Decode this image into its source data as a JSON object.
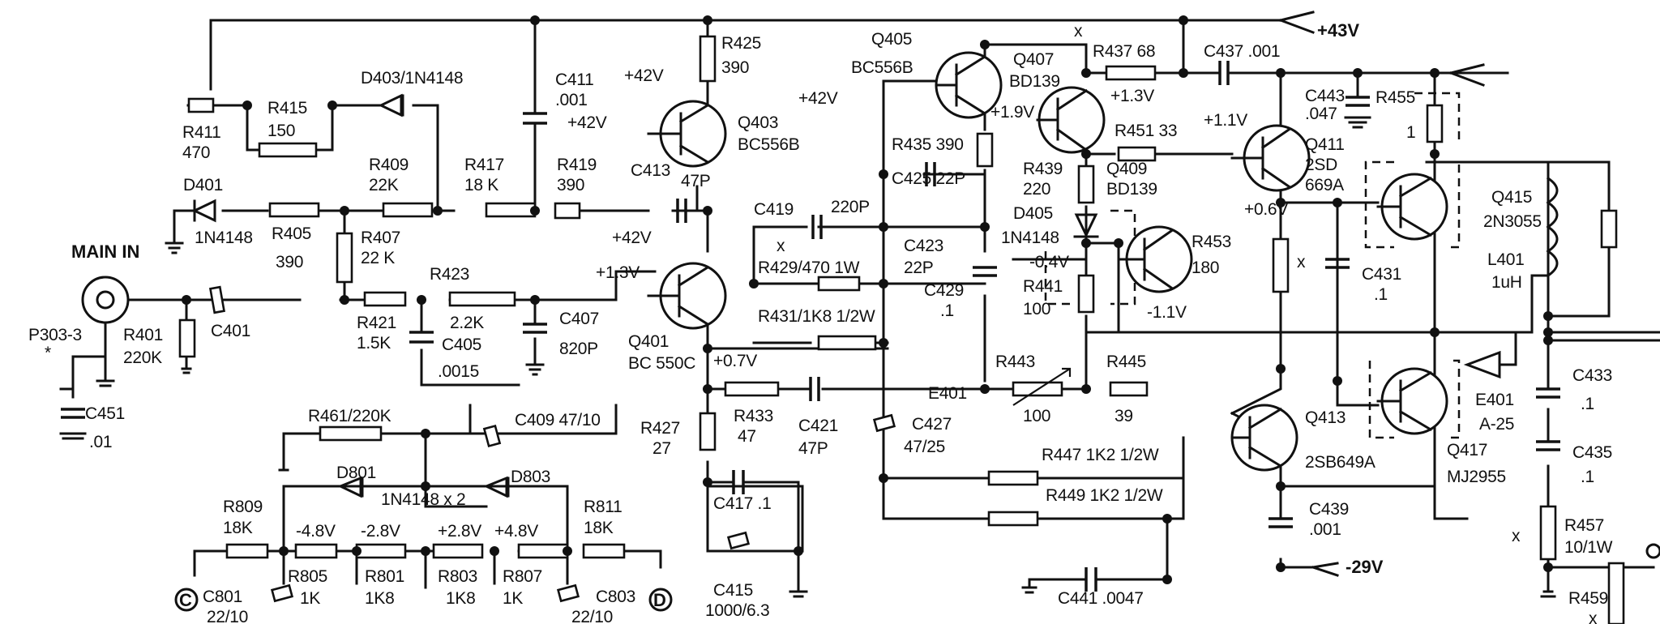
{
  "rails": {
    "pos": "+43V",
    "neg": "-29V"
  },
  "input": {
    "title": "MAIN IN",
    "connector": "P303-3",
    "connector_mark": "*"
  },
  "resistors": {
    "r411": [
      "R411",
      "470"
    ],
    "r415": [
      "R415",
      "150"
    ],
    "r409": [
      "R409",
      "22K"
    ],
    "r417": [
      "R417",
      "18 K"
    ],
    "r419": [
      "R419",
      "390"
    ],
    "r405": [
      "R405",
      "390"
    ],
    "r407": [
      "R407",
      "22 K"
    ],
    "r421": [
      "R421",
      "1.5K"
    ],
    "r423": [
      "R423",
      "2.2K"
    ],
    "r401": [
      "R401",
      "220K"
    ],
    "r425": [
      "R425",
      "390"
    ],
    "r435": "R435 390",
    "r437": "R437 68",
    "r451": "R451 33",
    "r439": [
      "R439",
      "220"
    ],
    "r441": [
      "R441",
      "100"
    ],
    "r453": [
      "R453",
      "180"
    ],
    "r455": [
      "R455",
      "1"
    ],
    "r429": "R429/470 1W",
    "r431": "R431/1K8 1/2W",
    "r433": [
      "R433",
      "47"
    ],
    "r427": [
      "R427",
      "27"
    ],
    "r443": [
      "R443",
      "100"
    ],
    "r445": [
      "R445",
      "39"
    ],
    "r447": "R447 1K2 1/2W",
    "r449": "R449 1K2 1/2W",
    "r457": [
      "R457",
      "10/1W"
    ],
    "r459": "R459",
    "r461": "R461/220K",
    "r809": [
      "R809",
      "18K"
    ],
    "r805": [
      "R805",
      "1K"
    ],
    "r801": [
      "R801",
      "1K8"
    ],
    "r803": [
      "R803",
      "1K8"
    ],
    "r807": [
      "R807",
      "1K"
    ],
    "r811": [
      "R811",
      "18K"
    ]
  },
  "capacitors": {
    "c411": [
      "C411",
      ".001"
    ],
    "c413": "C413",
    "c413v": "47P",
    "c401": "C401",
    "c407": [
      "C407",
      "820P"
    ],
    "c405": [
      "C405",
      ".0015"
    ],
    "c451": [
      "C451",
      ".01"
    ],
    "c419": "C419",
    "c419v": "220P",
    "c425": "C425 22P",
    "c423": [
      "C423",
      "22P"
    ],
    "c429": [
      "C429",
      ".1"
    ],
    "c421": [
      "C421",
      "47P"
    ],
    "c427": [
      "C427",
      "47/25"
    ],
    "c437": "C437 .001",
    "c443": [
      "C443",
      ".047"
    ],
    "c431": [
      "C431",
      ".1"
    ],
    "c433": [
      "C433",
      ".1"
    ],
    "c435": [
      "C435",
      ".1"
    ],
    "c439": [
      "C439",
      ".001"
    ],
    "c441": "C441 .0047",
    "c417": "C417 .1",
    "c415": [
      "C415",
      "1000/6.3"
    ],
    "c409": "C409 47/10",
    "c801": [
      "C801",
      "22/10"
    ],
    "c803": [
      "C803",
      "22/10"
    ]
  },
  "semis": {
    "d401": [
      "D401",
      "1N4148"
    ],
    "d403": "D403/1N4148",
    "d405": [
      "D405",
      "1N4148"
    ],
    "d801": "D801",
    "d803": "D803",
    "d8xx": "1N4148 x 2",
    "q401": [
      "Q401",
      "BC 550C"
    ],
    "q403": [
      "Q403",
      "BC556B"
    ],
    "q405": [
      "Q405",
      "BC556B"
    ],
    "q407": [
      "Q407",
      "BD139"
    ],
    "q409": [
      "Q409",
      "BD139"
    ],
    "q411": [
      "Q411",
      "2SD",
      "669A"
    ],
    "q413": [
      "Q413",
      "2SB649A"
    ],
    "q415": [
      "Q415",
      "2N3055"
    ],
    "q417": [
      "Q417",
      "MJ2955"
    ],
    "l401": [
      "L401",
      "1uH"
    ],
    "e401": "E401",
    "e401b": [
      "E401",
      "A-25"
    ]
  },
  "voltages": {
    "v42a": "+42V",
    "v42b": "+42V",
    "v42c": "+42V",
    "v42d": "+42V",
    "v13a": "+1.3V",
    "v07": "+0.7V",
    "v19": "+1.9V",
    "v13b": "+1.3V",
    "v11": "+1.1V",
    "v06": "+0.6V",
    "vm04": "-0.4V",
    "vm11": "-1.1V",
    "vm48": "-4.8V",
    "vm28": "-2.8V",
    "vp28": "+2.8V",
    "vp48": "+4.8V",
    "x": "x",
    "cap_c": "C",
    "cap_d": "D"
  }
}
